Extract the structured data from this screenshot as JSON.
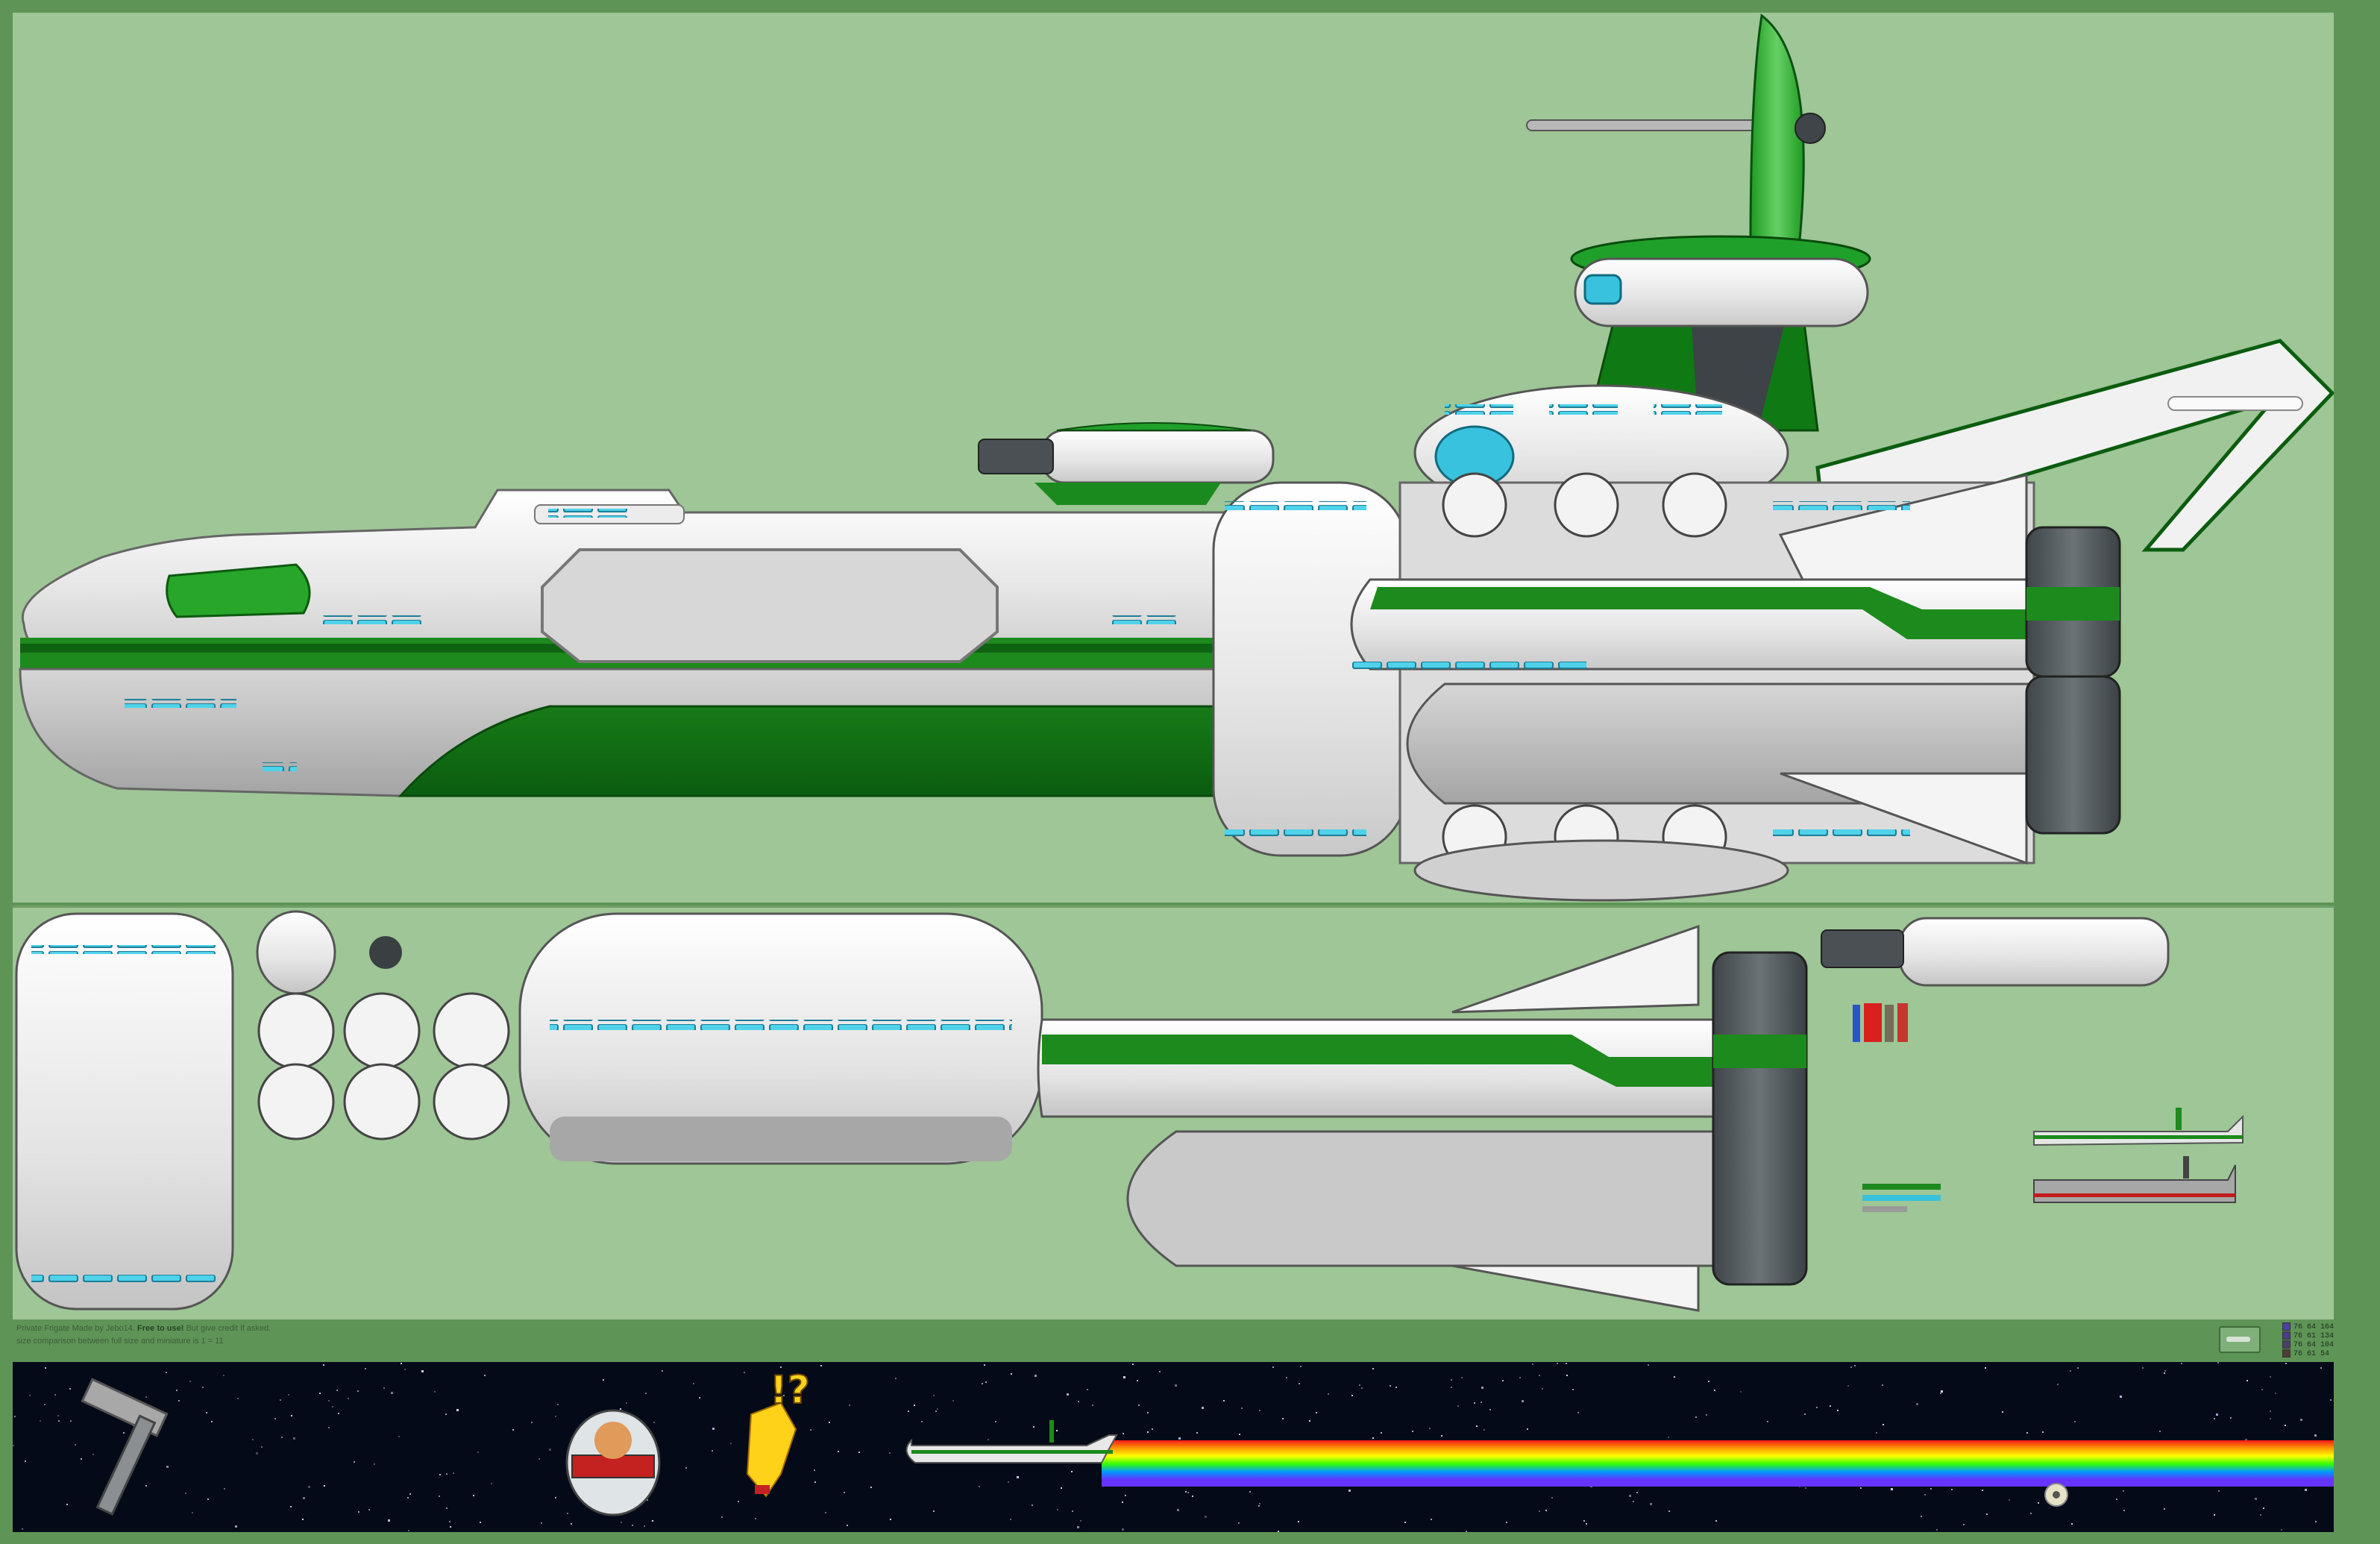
{
  "credits": {
    "line1_prefix": "Private Frigate Made by Jebo14.",
    "line1_free": "Free to use!",
    "line1_suffix": "But give credit if asked.",
    "line2": "size comparison between full size and miniature is 1 = 11"
  },
  "palette": [
    {
      "label": "76 64 164",
      "hex": "#4c40a4"
    },
    {
      "label": "76 61 134",
      "hex": "#4c3d86"
    },
    {
      "label": "76 64 104",
      "hex": "#4c4068"
    },
    {
      "label": "76 61 54",
      "hex": "#4c3d36"
    }
  ],
  "colors": {
    "background": "#5e9557",
    "panel": "#9ec696",
    "hull_white": "#ececec",
    "hull_grey": "#bdbdbd",
    "stripe_green": "#1f8a1f",
    "dark_green": "#0f6a13",
    "window_cyan": "#38c2dd",
    "engine_grey": "#5b6266",
    "space": "#050a18"
  },
  "icons": {
    "hammer": "hammer-icon",
    "eggman": "eggman-pod-icon",
    "super_sonic": "super-sonic-icon",
    "exclaim": "exclaim-question-icon",
    "mini_ship": "mini-frigate-icon",
    "rainbow": "rainbow-trail-icon",
    "star_orb": "star-orb-icon"
  }
}
